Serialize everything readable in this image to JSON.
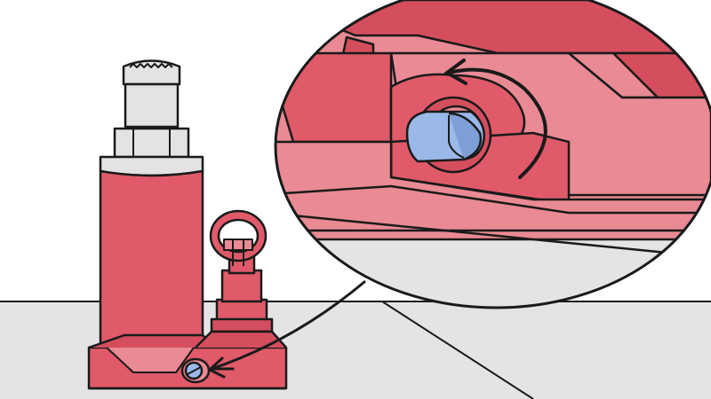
{
  "scene": {
    "subject": "bottle-jack",
    "detail": "release-valve-closeup",
    "rotation": "counterclockwise"
  },
  "colors": {
    "jack_body": "#e05a6a",
    "jack_body_dark": "#d44e5e",
    "jack_light": "#e98a94",
    "ram_gray": "#e3e3e3",
    "floor": "#e4e4e4",
    "valve_blue": "#9ab9e9",
    "valve_blue_dark": "#7e9fd6",
    "outline": "#1a1a1a"
  },
  "icons": {
    "arrow_curved": "counterclockwise-arrow-icon",
    "arrow_pointer": "callout-arrow-icon"
  }
}
